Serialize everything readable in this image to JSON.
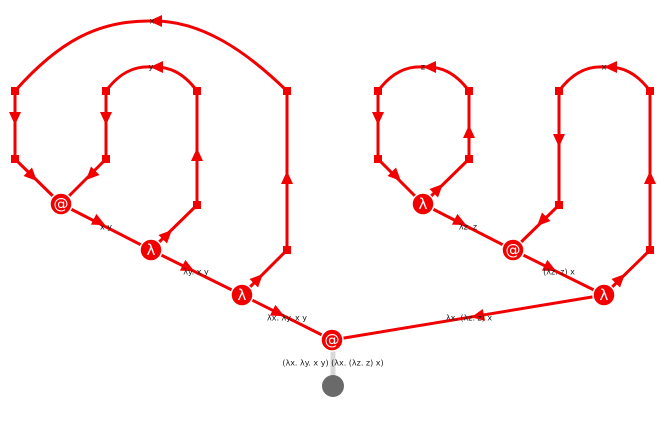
{
  "colors": {
    "graph": "#f20000",
    "root": "#6a6a6a",
    "root_link": "#d8d8d8",
    "text": "#1a1a1a",
    "background": "#ffffff"
  },
  "nodes": {
    "app_xy": "@",
    "lam_y": "λ",
    "lam_x": "λ",
    "app_root": "@",
    "lam_z": "λ",
    "app_lz_x": "@",
    "lam_x2": "λ"
  },
  "loop_labels": {
    "x_big": "x",
    "y_loop": "y",
    "z_loop": "z",
    "x_small": "x"
  },
  "edge_labels": {
    "xy": "x y",
    "lam_y_xy": "λy. x y",
    "lam_x_lam_y_xy": "λx. λy. x y",
    "lam_z_z": "λz. z",
    "lam_z_z_x": "(λz. z) x",
    "lam_x_lam_z_z_x": "λx. (λz. z) x",
    "root_term": "(λx. λy. x y) (λx. (λz. z) x)"
  }
}
